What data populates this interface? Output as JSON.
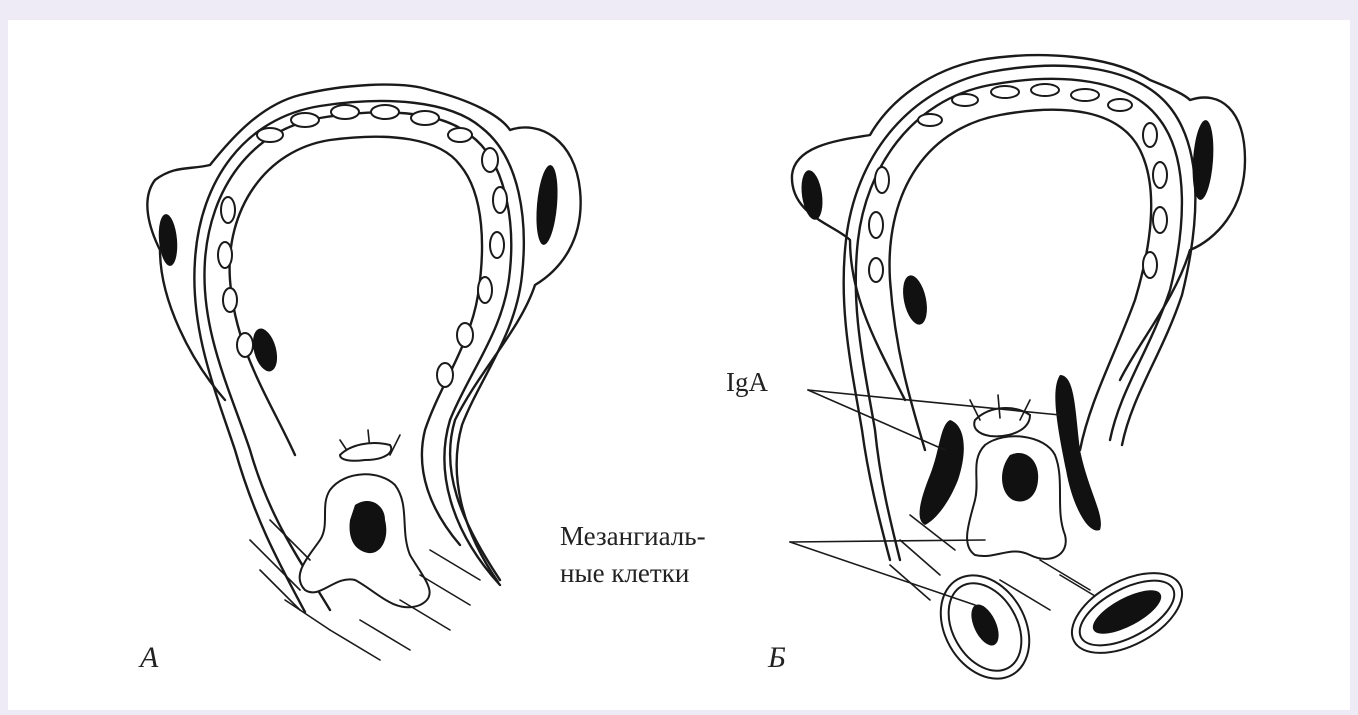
{
  "figure": {
    "panel_left_label": "А",
    "panel_right_label": "Б",
    "callout_iga": "IgA",
    "callout_mesangial_line1": "Мезангиаль-",
    "callout_mesangial_line2": "ные клетки"
  },
  "colors": {
    "page_background": "#eeeaf6",
    "slide_background": "#ffffff",
    "ink": "#1a1a1a"
  }
}
